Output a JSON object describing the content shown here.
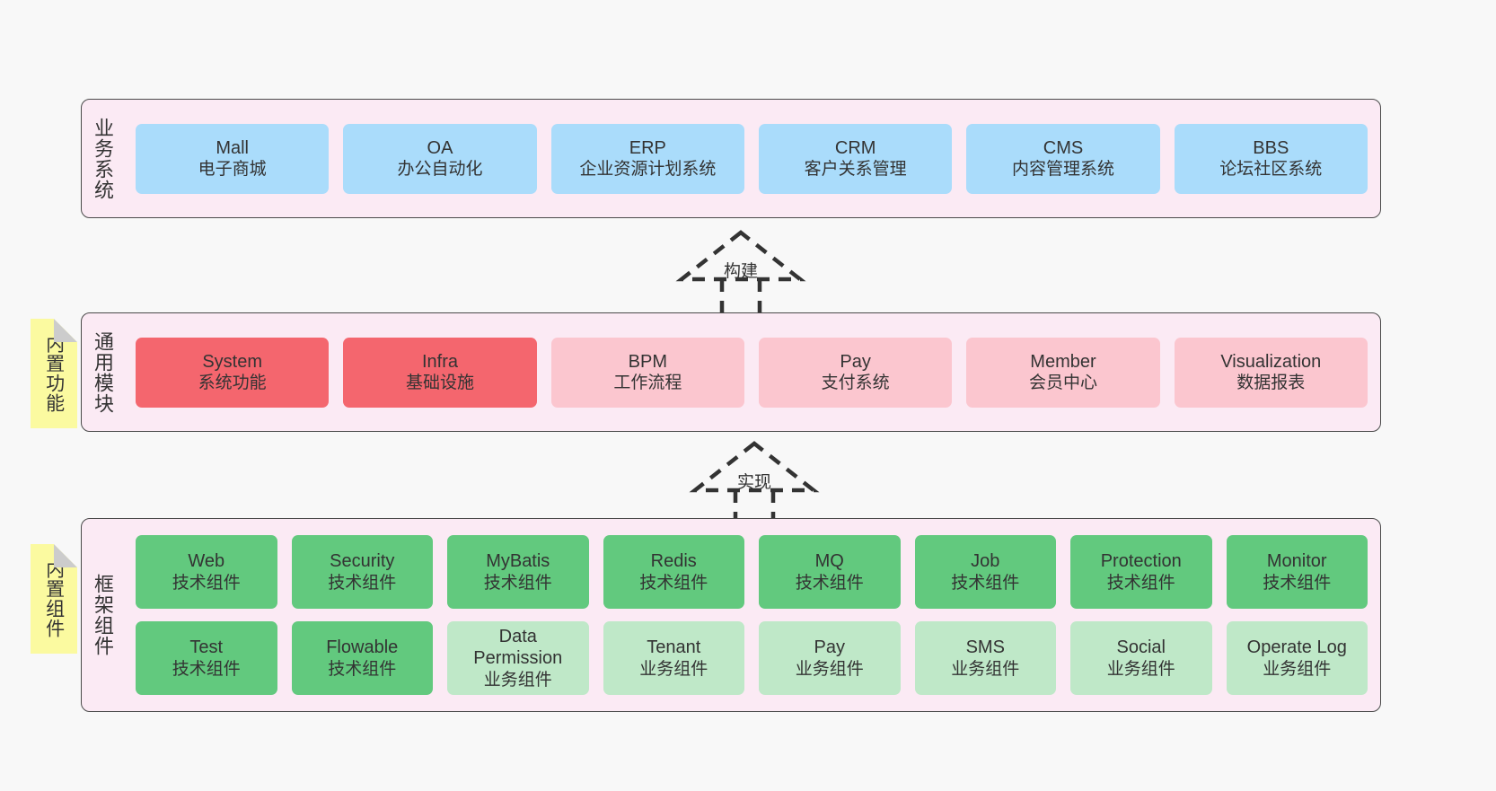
{
  "layers": [
    {
      "id": "business-systems",
      "title": "业务系统",
      "boxes": [
        {
          "name": "Mall",
          "desc": "电子商城"
        },
        {
          "name": "OA",
          "desc": "办公自动化"
        },
        {
          "name": "ERP",
          "desc": "企业资源计划系统"
        },
        {
          "name": "CRM",
          "desc": "客户关系管理"
        },
        {
          "name": "CMS",
          "desc": "内容管理系统"
        },
        {
          "name": "BBS",
          "desc": "论坛社区系统"
        }
      ]
    },
    {
      "id": "common-modules",
      "title": "通用模块",
      "note": "内置功能",
      "boxes": [
        {
          "name": "System",
          "desc": "系统功能",
          "tone": "red"
        },
        {
          "name": "Infra",
          "desc": "基础设施",
          "tone": "red"
        },
        {
          "name": "BPM",
          "desc": "工作流程",
          "tone": "pink"
        },
        {
          "name": "Pay",
          "desc": "支付系统",
          "tone": "pink"
        },
        {
          "name": "Member",
          "desc": "会员中心",
          "tone": "pink"
        },
        {
          "name": "Visualization",
          "desc": "数据报表",
          "tone": "pink"
        }
      ]
    },
    {
      "id": "framework-components",
      "title": "框架组件",
      "note": "内置组件",
      "row_top": [
        {
          "name": "Web",
          "desc": "技术组件",
          "tone": "green"
        },
        {
          "name": "Security",
          "desc": "技术组件",
          "tone": "green"
        },
        {
          "name": "MyBatis",
          "desc": "技术组件",
          "tone": "green"
        },
        {
          "name": "Redis",
          "desc": "技术组件",
          "tone": "green"
        },
        {
          "name": "MQ",
          "desc": "技术组件",
          "tone": "green"
        },
        {
          "name": "Job",
          "desc": "技术组件",
          "tone": "green"
        },
        {
          "name": "Protection",
          "desc": "技术组件",
          "tone": "green"
        },
        {
          "name": "Monitor",
          "desc": "技术组件",
          "tone": "green"
        }
      ],
      "row_bottom": [
        {
          "name": "Test",
          "desc": "技术组件",
          "tone": "green"
        },
        {
          "name": "Flowable",
          "desc": "技术组件",
          "tone": "green"
        },
        {
          "name": "Data Permission",
          "desc": "业务组件",
          "tone": "lightgreen"
        },
        {
          "name": "Tenant",
          "desc": "业务组件",
          "tone": "lightgreen"
        },
        {
          "name": "Pay",
          "desc": "业务组件",
          "tone": "lightgreen"
        },
        {
          "name": "SMS",
          "desc": "业务组件",
          "tone": "lightgreen"
        },
        {
          "name": "Social",
          "desc": "业务组件",
          "tone": "lightgreen"
        },
        {
          "name": "Operate Log",
          "desc": "业务组件",
          "tone": "lightgreen"
        }
      ]
    }
  ],
  "connectors": [
    {
      "id": "build",
      "label": "构建"
    },
    {
      "id": "implement",
      "label": "实现"
    }
  ],
  "colors": {
    "panel_fill": "#fbeaf4",
    "panel_stroke": "#4a4a4a",
    "blue": "#aadcfb",
    "red": "#f4666e",
    "pink": "#fbc6cf",
    "green": "#62c97e",
    "light_green": "#bfe8c8",
    "note_yellow": "#fbfaa0",
    "canvas": "#f8f8f8"
  }
}
